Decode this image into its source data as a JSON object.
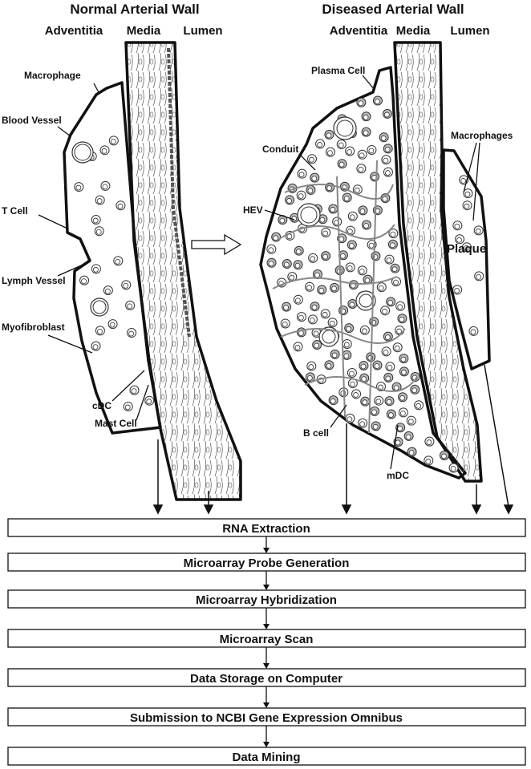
{
  "normal": {
    "title": "Normal Arterial Wall",
    "layers": [
      "Adventitia",
      "Media",
      "Lumen"
    ],
    "labels": [
      "Macrophage",
      "Blood Vessel",
      "T Cell",
      "Lymph Vessel",
      "Myofibroblast",
      "cDC",
      "Mast Cell"
    ]
  },
  "diseased": {
    "title": "Diseased Arterial Wall",
    "layers": [
      "Adventitia",
      "Media",
      "Lumen"
    ],
    "labels": [
      "Plasma Cell",
      "Conduit",
      "HEV",
      "Macrophages",
      "Plaque",
      "B cell",
      "mDC"
    ]
  },
  "workflow": [
    "RNA Extraction",
    "Microarray Probe Generation",
    "Microarray Hybridization",
    "Microarray Scan",
    "Data Storage on Computer",
    "Submission to NCBI Gene Expression Omnibus",
    "Data Mining"
  ]
}
